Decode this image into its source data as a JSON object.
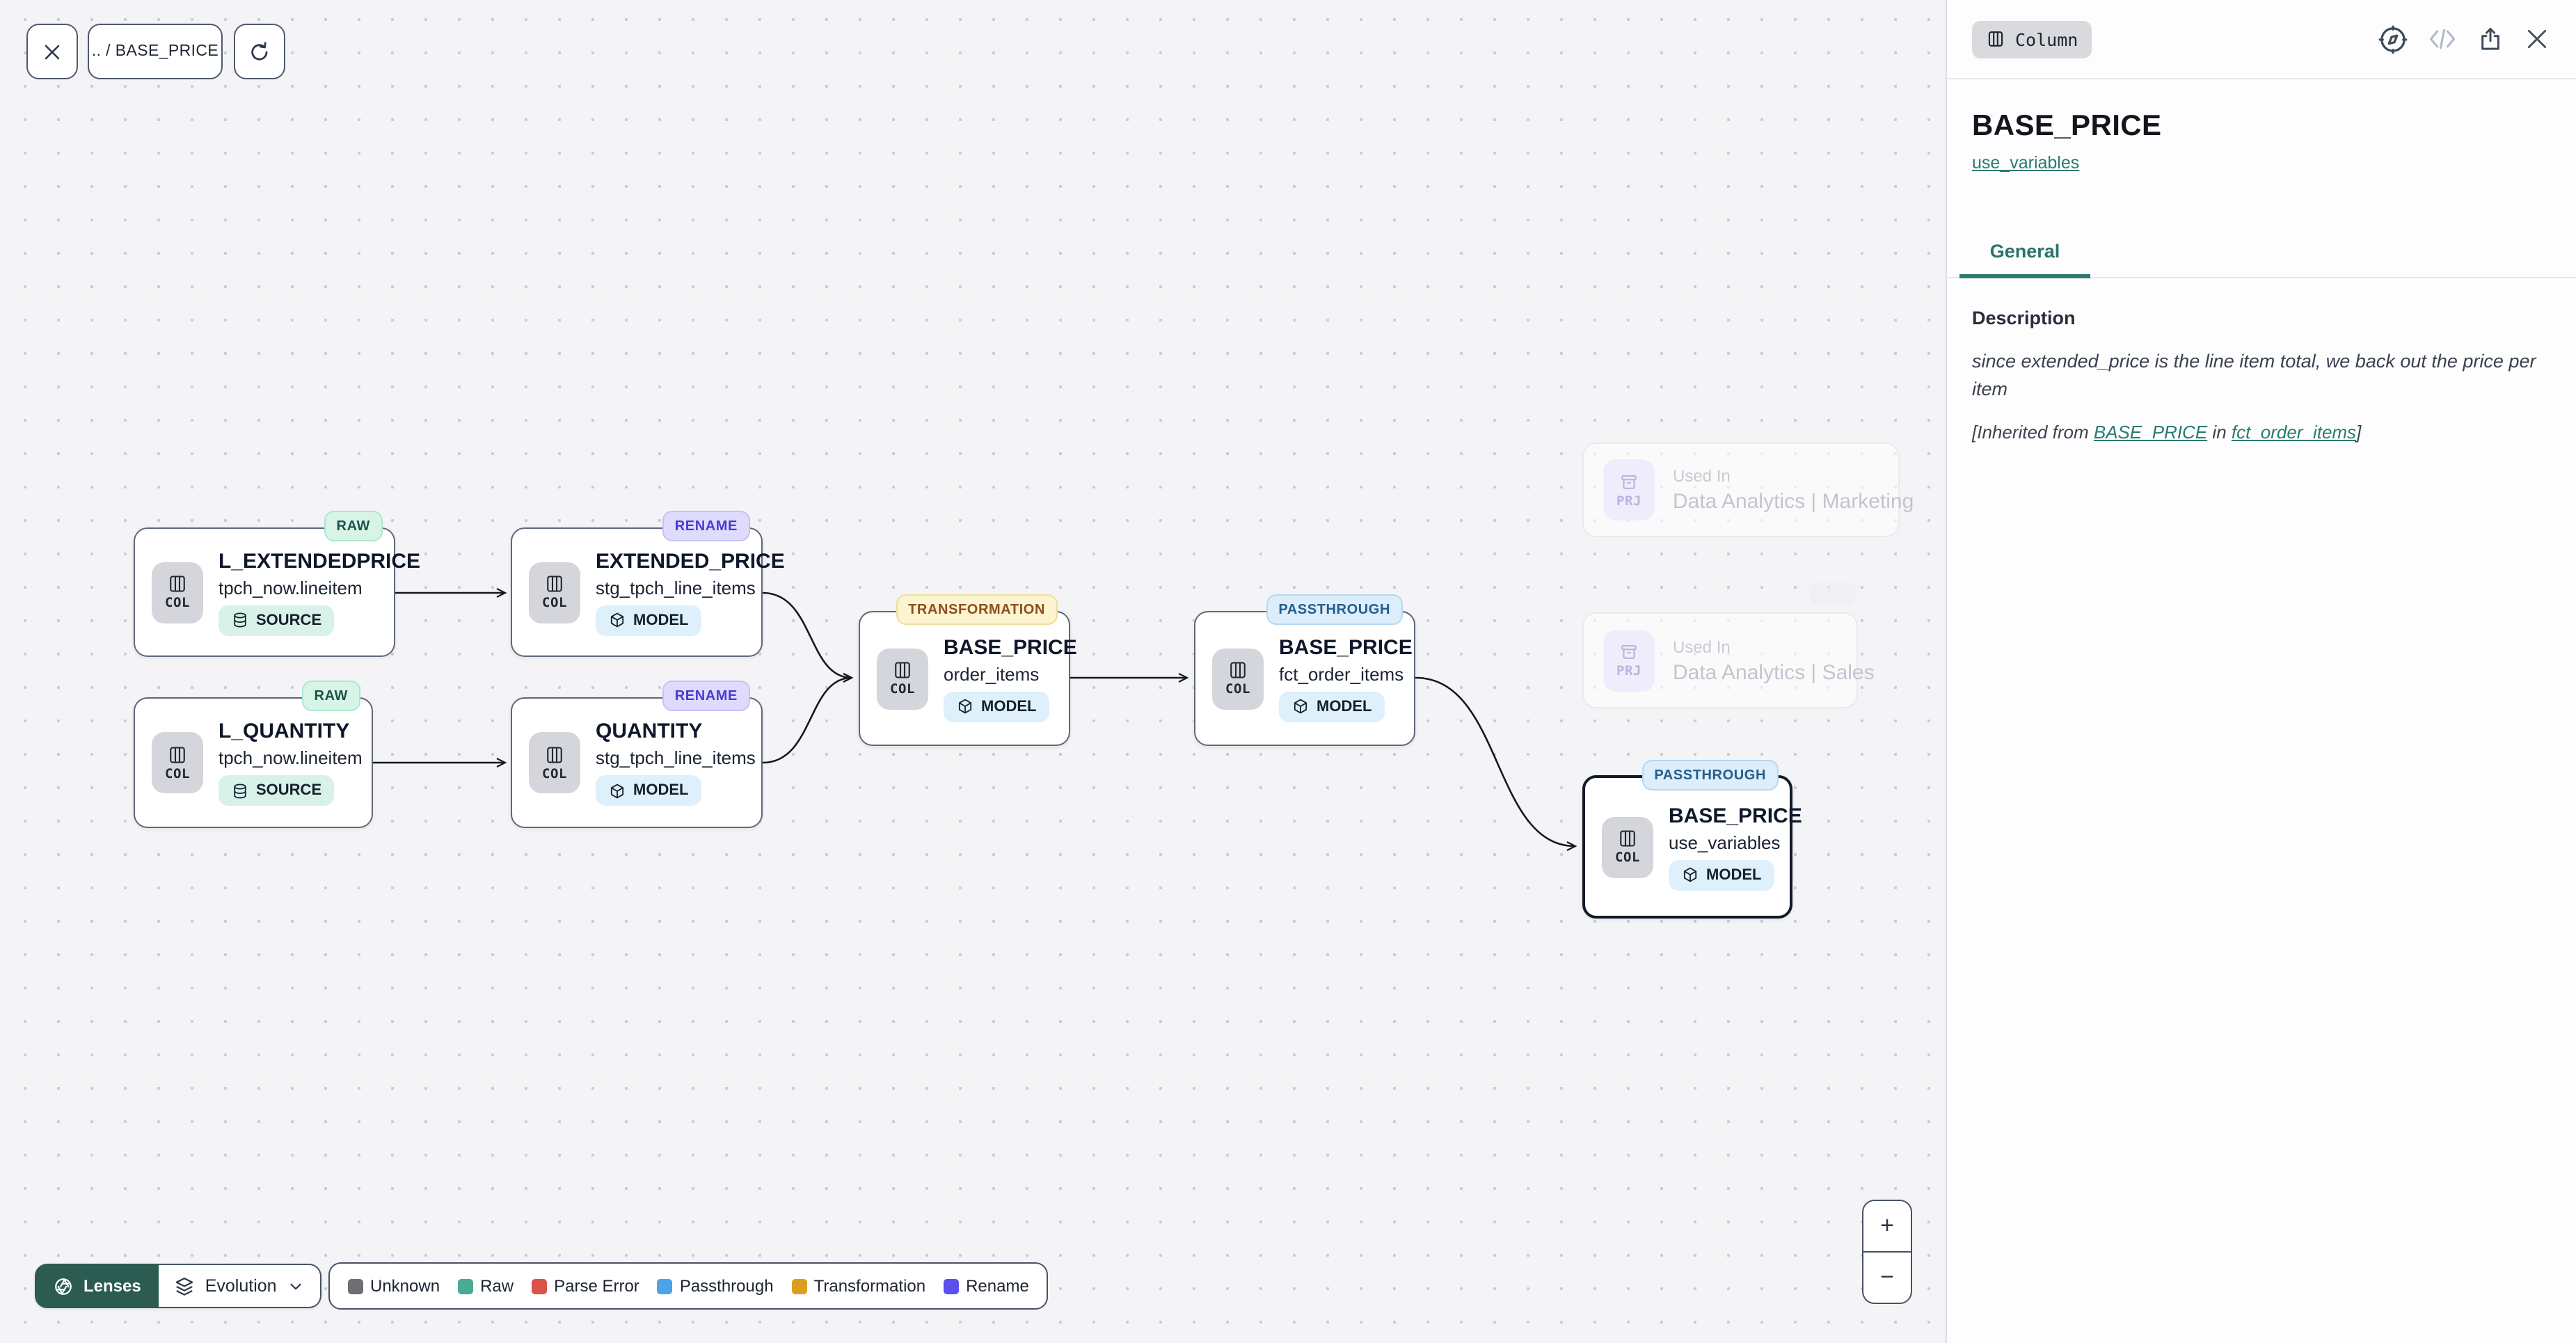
{
  "toolbar": {
    "breadcrumb": ".. / BASE_PRICE"
  },
  "canvas": {
    "nodes": [
      {
        "kind": "COL",
        "badge": "RAW",
        "title": "L_EXTENDEDPRICE",
        "subtitle": "tpch_now.lineitem",
        "chip": "SOURCE"
      },
      {
        "kind": "COL",
        "badge": "RENAME",
        "title": "EXTENDED_PRICE",
        "subtitle": "stg_tpch_line_items",
        "chip": "MODEL"
      },
      {
        "kind": "COL",
        "badge": "RAW",
        "title": "L_QUANTITY",
        "subtitle": "tpch_now.lineitem",
        "chip": "SOURCE"
      },
      {
        "kind": "COL",
        "badge": "RENAME",
        "title": "QUANTITY",
        "subtitle": "stg_tpch_line_items",
        "chip": "MODEL"
      },
      {
        "kind": "COL",
        "badge": "TRANSFORMATION",
        "title": "BASE_PRICE",
        "subtitle": "order_items",
        "chip": "MODEL"
      },
      {
        "kind": "COL",
        "badge": "PASSTHROUGH",
        "title": "BASE_PRICE",
        "subtitle": "fct_order_items",
        "chip": "MODEL"
      },
      {
        "kind": "COL",
        "badge": "PASSTHROUGH",
        "title": "BASE_PRICE",
        "subtitle": "use_variables",
        "chip": "MODEL"
      }
    ],
    "ghosts": [
      {
        "kind": "PRJ",
        "label": "Used In",
        "name": "Data Analytics | Marketing"
      },
      {
        "kind": "PRJ",
        "label": "Used In",
        "name": "Data Analytics | Sales"
      }
    ]
  },
  "panel": {
    "type_badge": "Column",
    "title": "BASE_PRICE",
    "subtitle_link": "use_variables",
    "tab_general": "General",
    "description_heading": "Description",
    "description_body": "since extended_price is the line item total, we back out the price per item",
    "inherited_prefix": "[Inherited from ",
    "inherited_link_column": "BASE_PRICE",
    "inherited_middle": " in ",
    "inherited_link_model": "fct_order_items",
    "inherited_suffix": "]"
  },
  "footer": {
    "lenses_label": "Lenses",
    "lens_selected": "Evolution",
    "legend": [
      {
        "label": "Unknown",
        "color": "#6e6e73"
      },
      {
        "label": "Raw",
        "color": "#48ab92"
      },
      {
        "label": "Parse Error",
        "color": "#d95348"
      },
      {
        "label": "Passthrough",
        "color": "#4ba3e9"
      },
      {
        "label": "Transformation",
        "color": "#df9d20"
      },
      {
        "label": "Rename",
        "color": "#5b50ed"
      }
    ]
  },
  "zoom_controls": {
    "zoom_in": "+",
    "zoom_out": "−"
  },
  "colors": {
    "accent_teal": "#2d7a6e",
    "canvas_bg": "#f4f4f6",
    "node_border": "#5d6879"
  }
}
